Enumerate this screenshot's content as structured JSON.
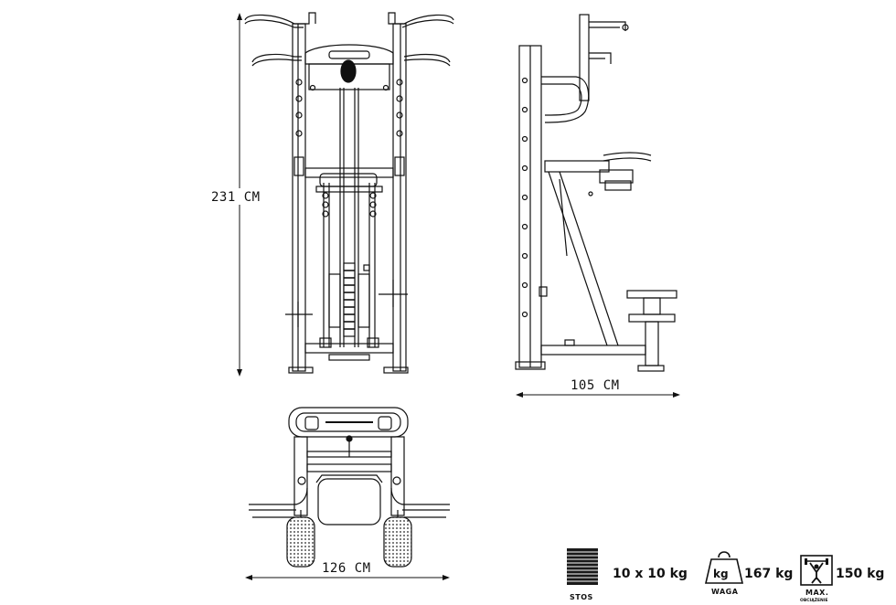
{
  "dimensions": {
    "height": "231 CM",
    "depth": "105 CM",
    "width": "126 CM"
  },
  "specs": {
    "stack": {
      "value": "10 x 10 kg",
      "label": "STOS",
      "icon": "weight-stack-icon"
    },
    "weight": {
      "value": "167 kg",
      "label": "WAGA",
      "icon_text": "kg",
      "icon": "kettlebell-weight-icon"
    },
    "max_load": {
      "value": "150 kg",
      "label": "MAX.",
      "sublabel": "OBCIĄŻENIE",
      "icon": "lifter-max-load-icon"
    }
  },
  "colors": {
    "line": "#111111",
    "background": "#ffffff",
    "stack_dark": "#1a1a1a"
  }
}
